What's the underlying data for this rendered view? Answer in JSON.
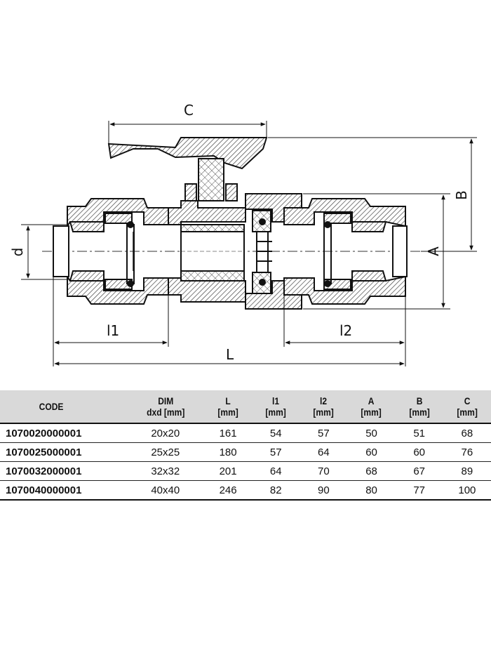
{
  "diagram": {
    "title": "Ball valve cross-section drawing",
    "labels": {
      "C": "C",
      "B": "B",
      "A": "A",
      "d": "d",
      "l1": "l1",
      "l2": "l2",
      "L": "L"
    }
  },
  "table": {
    "headers": {
      "code": "CODE",
      "dim_line1": "DIM",
      "dim_line2": "dxd [mm]",
      "L_line1": "L",
      "L_line2": "[mm]",
      "l1_line1": "l1",
      "l1_line2": "[mm]",
      "l2_line1": "l2",
      "l2_line2": "[mm]",
      "A_line1": "A",
      "A_line2": "[mm]",
      "B_line1": "B",
      "B_line2": "[mm]",
      "C_line1": "C",
      "C_line2": "[mm]"
    },
    "rows": [
      {
        "code": "1070020000001",
        "dim": "20x20",
        "L": "161",
        "l1": "54",
        "l2": "57",
        "A": "50",
        "B": "51",
        "C": "68"
      },
      {
        "code": "1070025000001",
        "dim": "25x25",
        "L": "180",
        "l1": "57",
        "l2": "64",
        "A": "60",
        "B": "60",
        "C": "76"
      },
      {
        "code": "1070032000001",
        "dim": "32x32",
        "L": "201",
        "l1": "64",
        "l2": "70",
        "A": "68",
        "B": "67",
        "C": "89"
      },
      {
        "code": "1070040000001",
        "dim": "40x40",
        "L": "246",
        "l1": "82",
        "l2": "90",
        "A": "80",
        "B": "77",
        "C": "100"
      }
    ]
  }
}
